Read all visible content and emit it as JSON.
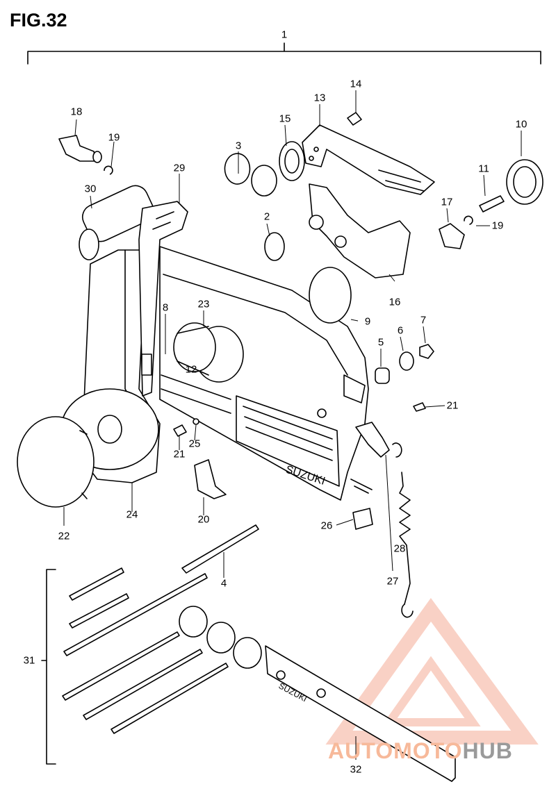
{
  "figure": {
    "title": "FIG.32"
  },
  "callouts": [
    {
      "id": "1",
      "text": "1"
    },
    {
      "id": "2",
      "text": "2"
    },
    {
      "id": "3",
      "text": "3"
    },
    {
      "id": "4",
      "text": "4"
    },
    {
      "id": "5",
      "text": "5"
    },
    {
      "id": "6",
      "text": "6"
    },
    {
      "id": "7",
      "text": "7"
    },
    {
      "id": "8",
      "text": "8"
    },
    {
      "id": "9",
      "text": "9"
    },
    {
      "id": "10",
      "text": "10"
    },
    {
      "id": "11",
      "text": "11"
    },
    {
      "id": "12",
      "text": "12"
    },
    {
      "id": "13",
      "text": "13"
    },
    {
      "id": "14",
      "text": "14"
    },
    {
      "id": "15",
      "text": "15"
    },
    {
      "id": "16",
      "text": "16"
    },
    {
      "id": "17",
      "text": "17"
    },
    {
      "id": "18",
      "text": "18"
    },
    {
      "id": "19a",
      "text": "19"
    },
    {
      "id": "19b",
      "text": "19"
    },
    {
      "id": "20",
      "text": "20"
    },
    {
      "id": "21a",
      "text": "21"
    },
    {
      "id": "21b",
      "text": "21"
    },
    {
      "id": "22",
      "text": "22"
    },
    {
      "id": "23",
      "text": "23"
    },
    {
      "id": "24",
      "text": "24"
    },
    {
      "id": "25",
      "text": "25"
    },
    {
      "id": "26",
      "text": "26"
    },
    {
      "id": "27",
      "text": "27"
    },
    {
      "id": "28",
      "text": "28"
    },
    {
      "id": "29",
      "text": "29"
    },
    {
      "id": "30",
      "text": "30"
    },
    {
      "id": "31",
      "text": "31"
    },
    {
      "id": "32",
      "text": "32"
    }
  ],
  "housing_brand": "SUZUKI",
  "trim_brand": "SUZUKI",
  "watermark": {
    "part1": "AUTOMOTO",
    "part2": "HUB",
    "color_primary": "#e8472b",
    "color_secondary": "#9a9a9a"
  }
}
